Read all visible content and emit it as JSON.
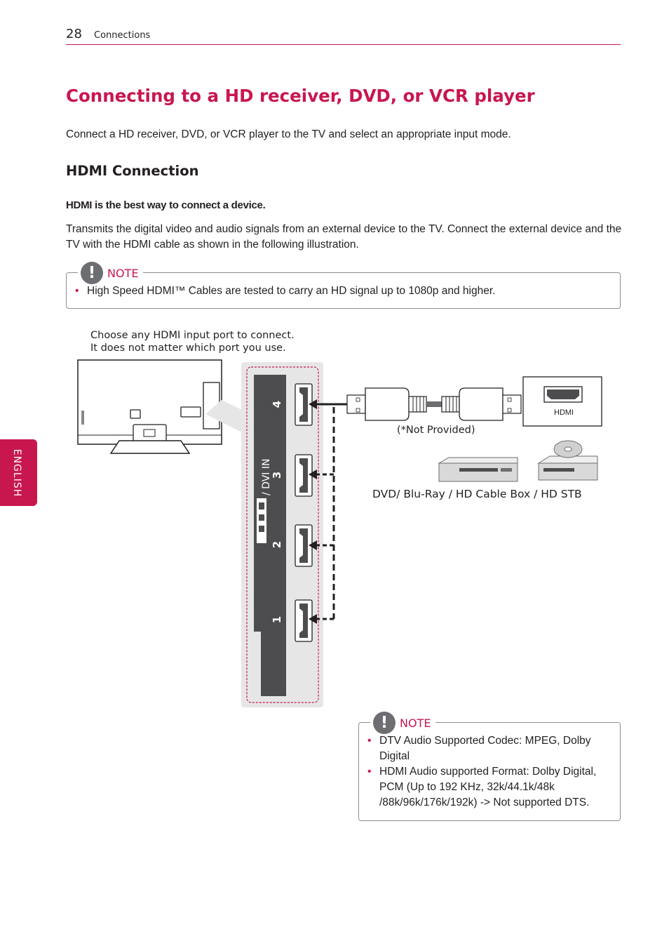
{
  "header": {
    "page_number": "28",
    "section": "Connections"
  },
  "title": "Connecting to a HD receiver, DVD, or VCR player",
  "intro": "Connect a HD receiver, DVD, or VCR player to the TV and select an appropriate input mode.",
  "subheading": "HDMI Connection",
  "bold_line": "HDMI is the best way to connect a device.",
  "description": "Transmits the digital video and audio signals from an external device to the TV. Connect the external device and the TV with the HDMI cable as shown in the following illustration.",
  "note1": {
    "label": "NOTE",
    "icon": "exclamation-icon",
    "items": [
      "High Speed HDMI™ Cables are tested to carry an HD signal up to 1080p and higher."
    ]
  },
  "diagram": {
    "caption_line1": "Choose any HDMI input port to connect.",
    "caption_line2": "It does not matter which port you use.",
    "port_label": "/ DVI IN",
    "ports": [
      "4",
      "3",
      "2",
      "1"
    ],
    "cable_note": "(*Not Provided)",
    "device_port_label": "HDMI",
    "devices_label": "DVD/ Blu-Ray / HD Cable Box / HD STB"
  },
  "note2": {
    "label": "NOTE",
    "icon": "exclamation-icon",
    "items": [
      "DTV Audio Supported Codec: MPEG, Dolby Digital",
      "HDMI Audio supported Format: Dolby Digital, PCM (Up to 192 KHz, 32k/44.1k/48k /88k/96k/176k/192k) -> Not supported DTS."
    ]
  },
  "side_tab": "ENGLISH",
  "colors": {
    "accent": "#c8174f",
    "panel": "#4d4d4f",
    "text": "#231f20"
  }
}
